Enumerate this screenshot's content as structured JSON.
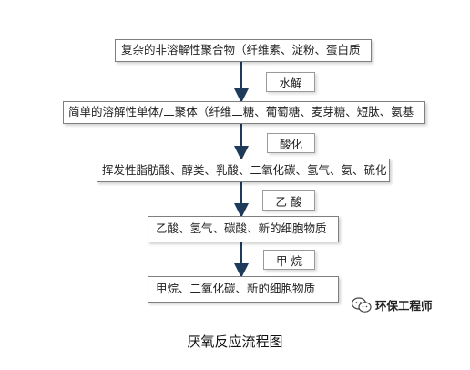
{
  "diagram": {
    "steps": [
      "复杂的非溶解性聚合物（纤维素、淀粉、蛋白质",
      "简单的溶解性单体/二聚体（纤维二糖、葡萄糖、麦芽糖、短肽、氨基",
      "挥发性脂肪酸、醇类、乳酸、二氧化碳、氢气、氨、硫化",
      "乙酸、氢气、碳酸、新的细胞物质",
      "甲烷、二氧化碳、新的细胞物质"
    ],
    "processes": [
      "水解",
      "酸化",
      "乙 酸",
      "甲 烷"
    ],
    "caption": "厌氧反应流程图",
    "watermark": "环保工程师"
  },
  "colors": {
    "arrow": "#1f3b5c",
    "box_border": "#7f7f7f"
  }
}
